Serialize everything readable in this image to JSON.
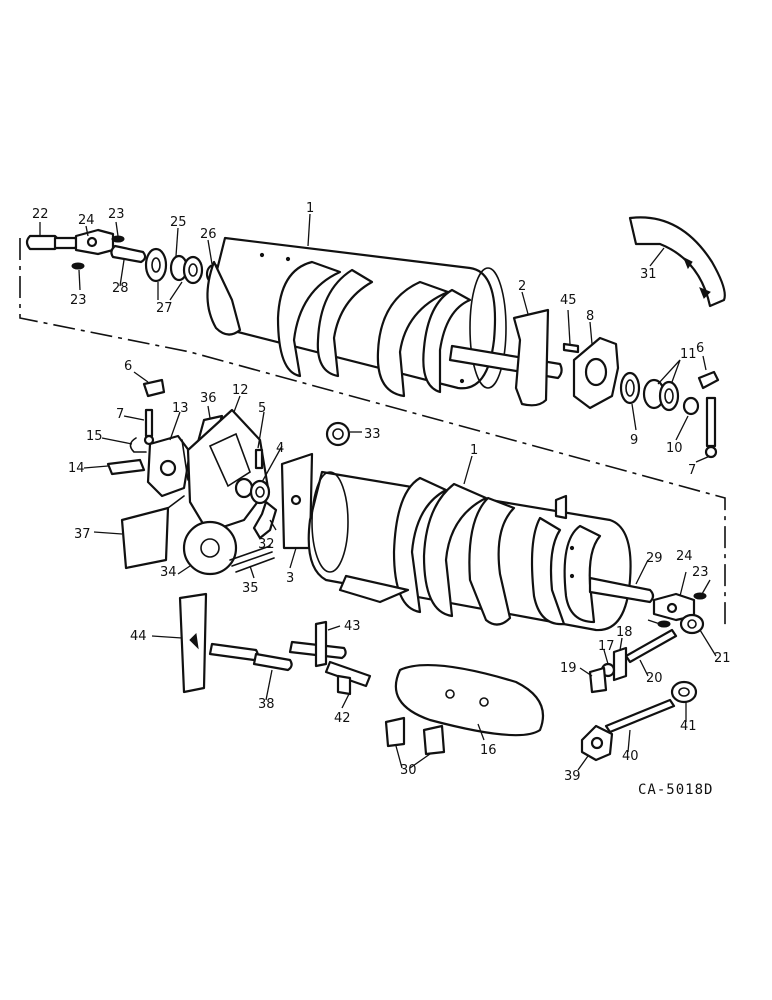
{
  "diagram": {
    "code": "CA-5018D",
    "callouts": [
      "1",
      "1",
      "2",
      "3",
      "4",
      "5",
      "6",
      "6",
      "7",
      "7",
      "8",
      "9",
      "10",
      "11",
      "12",
      "13",
      "14",
      "15",
      "16",
      "17",
      "18",
      "19",
      "20",
      "21",
      "22",
      "23",
      "23",
      "23",
      "24",
      "24",
      "25",
      "26",
      "27",
      "28",
      "29",
      "30",
      "31",
      "32",
      "33",
      "34",
      "35",
      "36",
      "37",
      "38",
      "39",
      "40",
      "41",
      "42",
      "43",
      "44",
      "45"
    ]
  }
}
